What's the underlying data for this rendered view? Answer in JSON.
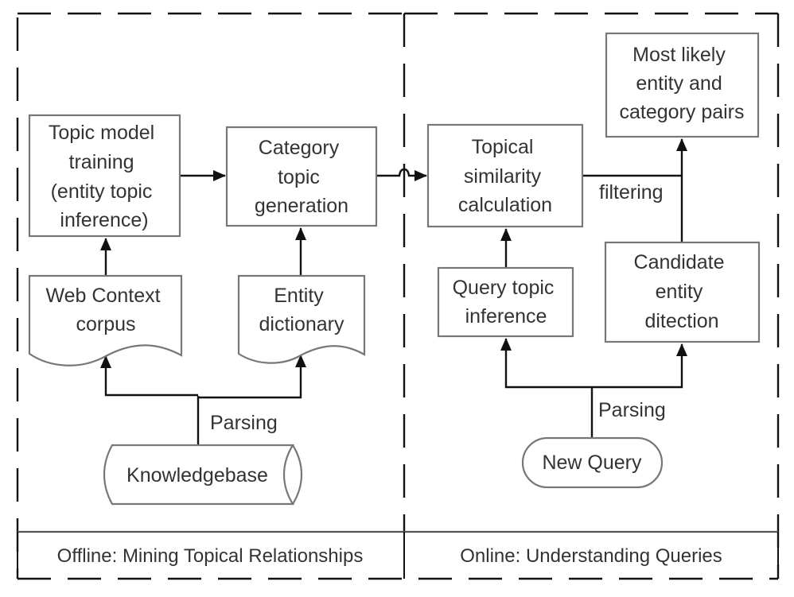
{
  "diagram": {
    "type": "flowchart",
    "colors": {
      "line": "#111111",
      "box_border": "#777777",
      "text": "#333333",
      "background": "#ffffff"
    },
    "sections": [
      {
        "id": "offline",
        "label": "Offline: Mining Topical Relationships"
      },
      {
        "id": "online",
        "label": "Online: Understanding Queries"
      }
    ],
    "nodes": {
      "topic_model": {
        "shape": "process",
        "lines": [
          "Topic model",
          "training",
          "(entity topic",
          "inference)"
        ]
      },
      "category_topic": {
        "shape": "process",
        "lines": [
          "Category",
          "topic",
          "generation"
        ]
      },
      "web_context": {
        "shape": "document",
        "lines": [
          "Web Context",
          "corpus"
        ]
      },
      "entity_dictionary": {
        "shape": "document",
        "lines": [
          "Entity",
          "dictionary"
        ]
      },
      "knowledgebase": {
        "shape": "stored-data",
        "lines": [
          "Knowledgebase"
        ]
      },
      "topical_similarity": {
        "shape": "process",
        "lines": [
          "Topical",
          "similarity",
          "calculation"
        ]
      },
      "most_likely": {
        "shape": "process",
        "lines": [
          "Most likely",
          "entity and",
          "category pairs"
        ]
      },
      "query_topic": {
        "shape": "process",
        "lines": [
          "Query topic",
          "inference"
        ]
      },
      "candidate_entity": {
        "shape": "process",
        "lines": [
          "Candidate",
          "entity",
          "ditection"
        ]
      },
      "new_query": {
        "shape": "terminator",
        "lines": [
          "New Query"
        ]
      }
    },
    "edge_labels": {
      "parsing_offline": "Parsing",
      "parsing_online": "Parsing",
      "filtering": "filtering"
    },
    "edges": [
      {
        "from": "knowledgebase",
        "to": "web_context",
        "label": "Parsing"
      },
      {
        "from": "knowledgebase",
        "to": "entity_dictionary",
        "label": "Parsing"
      },
      {
        "from": "web_context",
        "to": "topic_model"
      },
      {
        "from": "entity_dictionary",
        "to": "category_topic"
      },
      {
        "from": "topic_model",
        "to": "category_topic"
      },
      {
        "from": "category_topic",
        "to": "topical_similarity"
      },
      {
        "from": "new_query",
        "to": "query_topic",
        "label": "Parsing"
      },
      {
        "from": "new_query",
        "to": "candidate_entity",
        "label": "Parsing"
      },
      {
        "from": "query_topic",
        "to": "topical_similarity"
      },
      {
        "from": "topical_similarity",
        "to": "most_likely",
        "label": "filtering"
      },
      {
        "from": "candidate_entity",
        "to": "most_likely"
      }
    ]
  }
}
